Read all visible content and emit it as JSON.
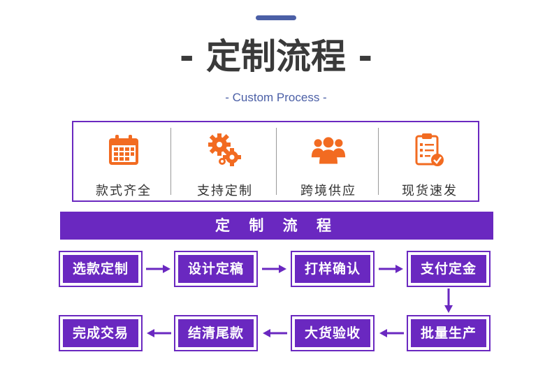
{
  "header": {
    "title": "- 定制流程 -",
    "subtitle": "- Custom Process -"
  },
  "features": [
    {
      "label": "款式齐全",
      "icon": "calendar-icon"
    },
    {
      "label": "支持定制",
      "icon": "gears-icon"
    },
    {
      "label": "跨境供应",
      "icon": "people-group-icon"
    },
    {
      "label": "现货速发",
      "icon": "checklist-icon"
    }
  ],
  "section": {
    "title": "定 制 流 程"
  },
  "steps": [
    "选款定制",
    "设计定稿",
    "打样确认",
    "支付定金",
    "批量生产",
    "大货验收",
    "结清尾款",
    "完成交易"
  ],
  "colors": {
    "primary": "#6a28c0",
    "accent": "#4b5fa6",
    "icon_orange": "#f26b21"
  }
}
